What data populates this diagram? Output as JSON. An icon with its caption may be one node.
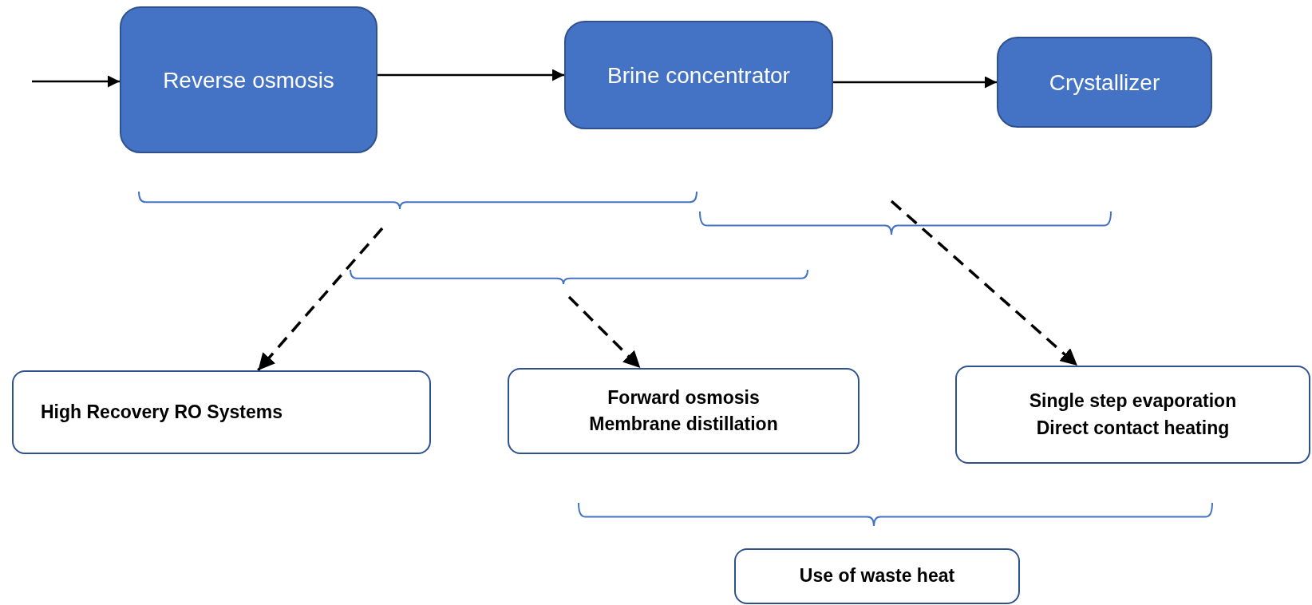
{
  "diagram": {
    "nodes": [
      {
        "text": [
          "Reverse osmosis"
        ]
      },
      {
        "text": [
          "Brine concentrator"
        ]
      },
      {
        "text": [
          "Crystallizer"
        ]
      },
      {
        "text": [],
        "shape": "bracket"
      },
      {
        "text": [],
        "shape": "bracket"
      },
      {
        "text": [],
        "shape": "bracket"
      },
      {
        "text": [
          "High Recovery RO Systems"
        ]
      },
      {
        "text": [
          "Forward osmosis",
          "Membrane distillation"
        ]
      },
      {
        "text": [
          "Single step evaporation",
          "Direct contact heating"
        ]
      },
      {
        "text": [],
        "shape": "bracket"
      },
      {
        "text": [
          "Use of waste heat"
        ]
      }
    ],
    "edges": [
      {
        "from": null,
        "to": 0,
        "arrow": "to"
      },
      {
        "from": 0,
        "to": 1,
        "arrow": "to"
      },
      {
        "from": 1,
        "to": 2,
        "arrow": "to"
      },
      {
        "from": 3,
        "to": 6,
        "arrow": "to",
        "style": "dashed"
      },
      {
        "from": 5,
        "to": 7,
        "arrow": "to",
        "style": "dashed"
      },
      {
        "from": 4,
        "to": 8,
        "arrow": "to",
        "style": "dashed"
      }
    ]
  }
}
